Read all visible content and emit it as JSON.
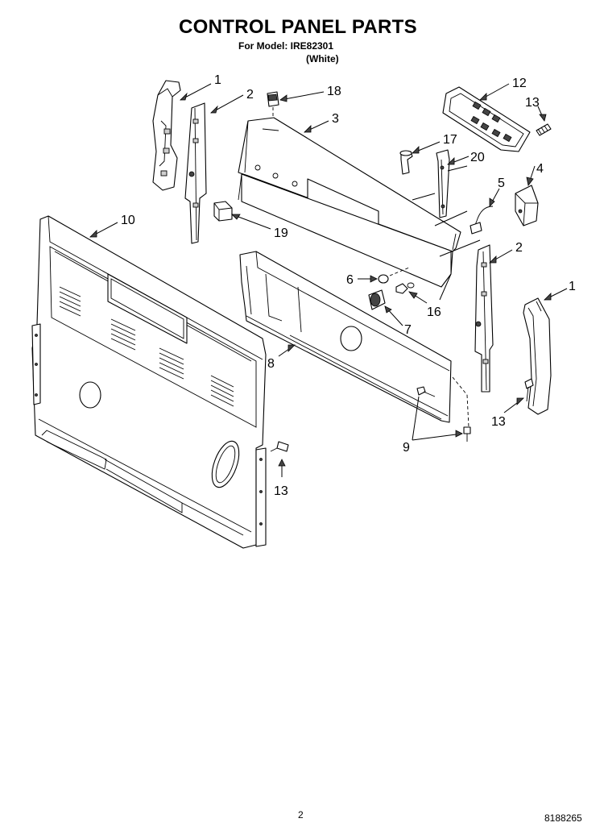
{
  "header": {
    "title": "CONTROL PANEL PARTS",
    "model_line": "For Model: IRE82301",
    "variant": "(White)"
  },
  "footer": {
    "page_number": "2",
    "document_number": "8188265"
  },
  "callouts": {
    "c1a": "1",
    "c2a": "2",
    "c18": "18",
    "c3": "3",
    "c12": "12",
    "c13a": "13",
    "c17": "17",
    "c20": "20",
    "c4": "4",
    "c5": "5",
    "c10": "10",
    "c19": "19",
    "c2b": "2",
    "c6": "6",
    "c1b": "1",
    "c16": "16",
    "c7": "7",
    "c8": "8",
    "c13b": "13",
    "c9": "9",
    "c13c": "13"
  }
}
